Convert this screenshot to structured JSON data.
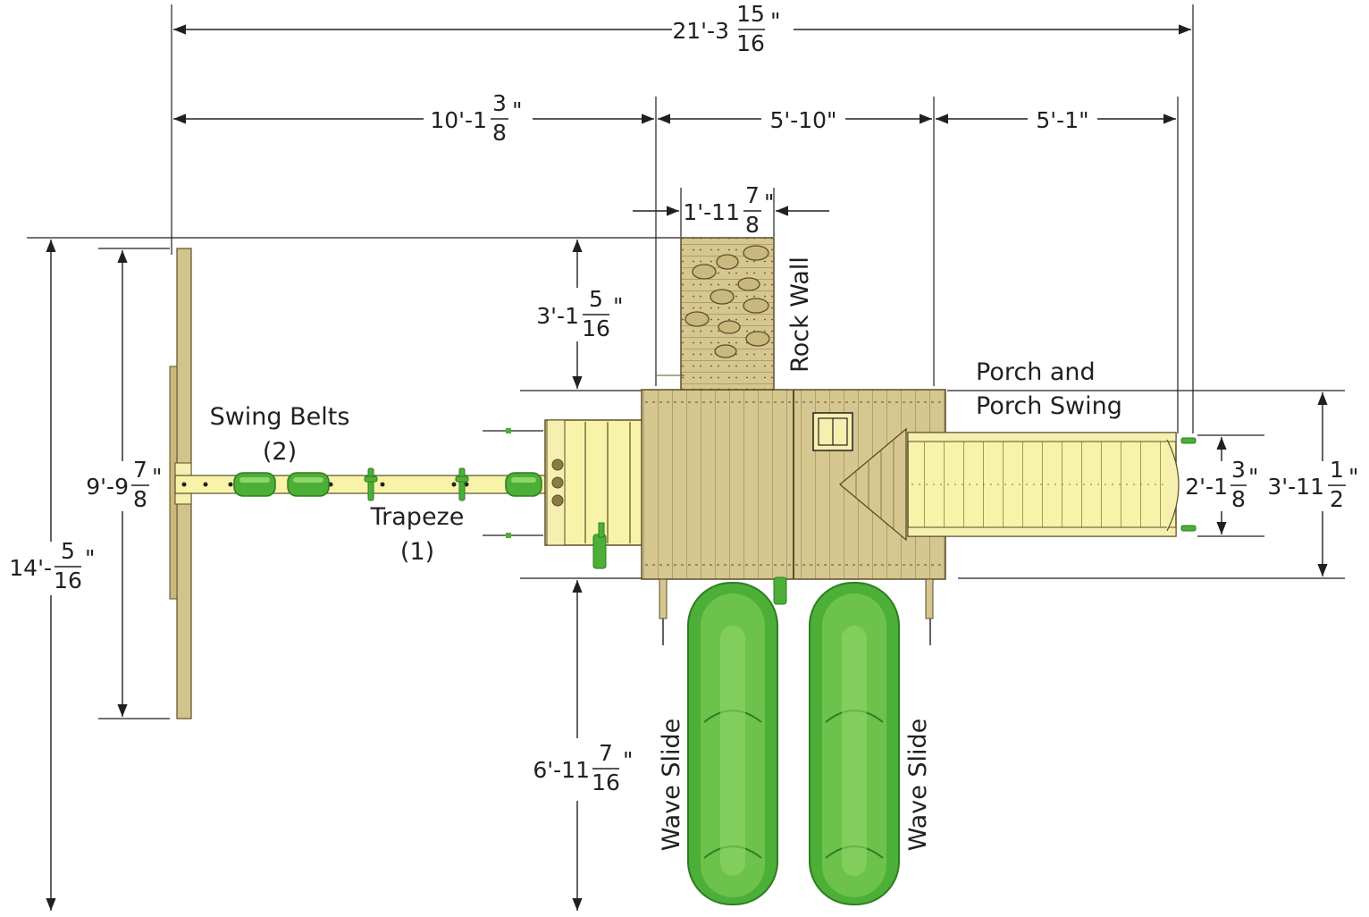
{
  "colors": {
    "line": "#231f20",
    "wood": "#d2c28c",
    "wood_dark": "#8b7a45",
    "deck_light": "#f7f3a8",
    "green": "#4caf37",
    "green_dark": "#2e7d20",
    "green_light": "#8fd66a"
  },
  "dimensions": {
    "overall_width": {
      "whole": "21'-3",
      "num": "15",
      "den": "16",
      "unit": "\""
    },
    "swing_span": {
      "whole": "10'-1",
      "num": "3",
      "den": "8",
      "unit": "\""
    },
    "deck_width": {
      "text": "5'-10\""
    },
    "porch_length": {
      "text": "5'-1\""
    },
    "rock_wall_width": {
      "whole": "1'-11",
      "num": "7",
      "den": "8",
      "unit": "\""
    },
    "rock_wall_length": {
      "whole": "3'-1",
      "num": "5",
      "den": "16",
      "unit": "\""
    },
    "swing_beam_length": {
      "whole": "9'-9",
      "num": "7",
      "den": "8",
      "unit": "\""
    },
    "overall_depth": {
      "whole": "14'-",
      "num": "5",
      "den": "16",
      "unit": "\""
    },
    "slide_length": {
      "whole": "6'-11",
      "num": "7",
      "den": "16",
      "unit": "\""
    },
    "porch_swing_width": {
      "whole": "2'-1",
      "num": "3",
      "den": "8",
      "unit": "\""
    },
    "deck_depth": {
      "whole": "3'-11",
      "num": "1",
      "den": "2",
      "unit": "\""
    }
  },
  "labels": {
    "rock_wall": "Rock Wall",
    "porch_line1": "Porch and",
    "porch_line2": "Porch Swing",
    "swing_belts": "Swing Belts",
    "swing_belts_count": "(2)",
    "trapeze": "Trapeze",
    "trapeze_count": "(1)",
    "wave_slide_left": "Wave Slide",
    "wave_slide_right": "Wave Slide"
  }
}
